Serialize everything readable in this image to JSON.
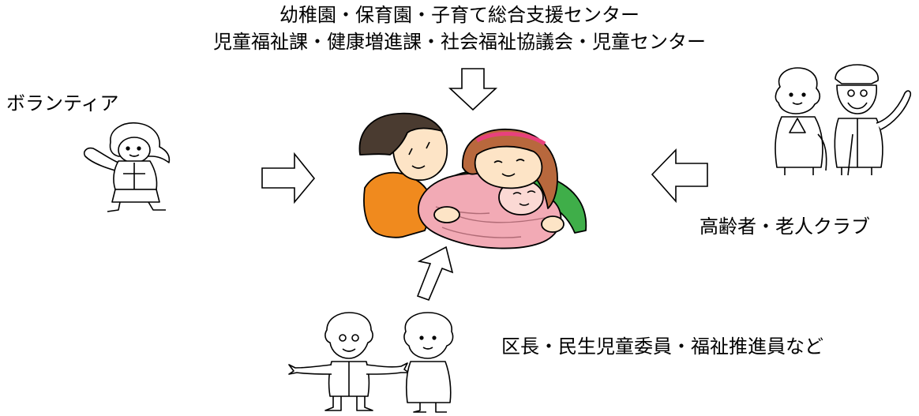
{
  "labels": {
    "top_line1": "幼稚園・保育園・子育て総合支援センター",
    "top_line2": "児童福祉課・健康増進課・社会福祉協議会・児童センター",
    "left": "ボランティア",
    "right": "高齢者・老人クラブ",
    "bottom": "区長・民生児童委員・福祉推進員など"
  },
  "colors": {
    "arrow_fill": "#ffffff",
    "outline": "#000000",
    "dad_shirt": "#f08a1e",
    "mom_shirt": "#3fae49",
    "blanket": "#f2aab5",
    "mom_hair": "#b8683d",
    "dad_hair": "#4a3b30",
    "headband": "#e8417c",
    "skin": "#fde4c6"
  },
  "icons": [
    "down-arrow-icon",
    "right-arrow-icon",
    "left-arrow-icon",
    "up-arrow-icon",
    "family-illustration",
    "volunteer-illustration",
    "elderly-couple-illustration",
    "community-leaders-illustration"
  ]
}
